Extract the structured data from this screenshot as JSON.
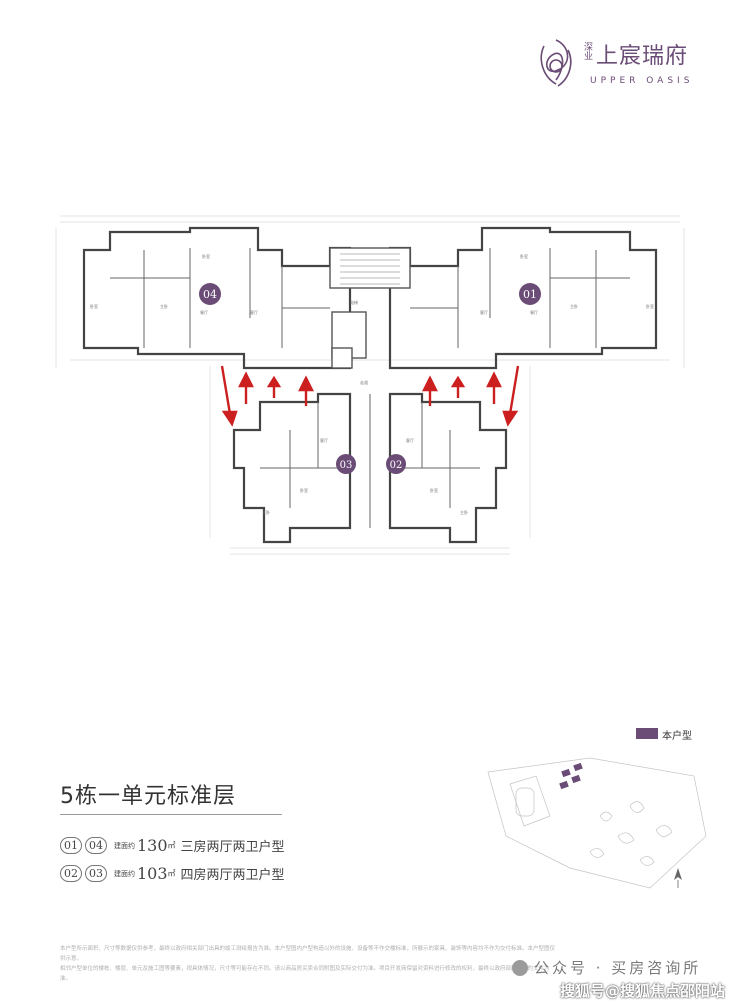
{
  "brand": {
    "title": "上宸瑞府",
    "sub": "深业",
    "english": "UPPER OASIS",
    "color": "#6a4c76"
  },
  "plan": {
    "unit_labels": [
      "04",
      "01",
      "03",
      "02"
    ],
    "room_labels": {
      "living": "客厅",
      "dining": "餐厅",
      "bedroom": "卧室",
      "master": "主卧",
      "kitchen": "厨房",
      "bath": "卫生间",
      "balcony": "阳台",
      "elevator": "电梯",
      "hall": "走道"
    },
    "arrow_color": "#cc1f1f",
    "highlight_color": "#6a4c76"
  },
  "legend": {
    "label": "本户型"
  },
  "floor": {
    "title": "5栋一单元标准层",
    "rows": [
      {
        "units": [
          "01",
          "04"
        ],
        "area_prefix": "建面约",
        "area": "130",
        "unit": "㎡",
        "desc": "三房两厅两卫户型"
      },
      {
        "units": [
          "02",
          "03"
        ],
        "area_prefix": "建面约",
        "area": "103",
        "unit": "㎡",
        "desc": "四房两厅两卫户型"
      }
    ]
  },
  "disclaimer": {
    "line1": "本户型所示面积、尺寸等数据仅供参考，最终以政府相关部门出具的竣工测绘报告为准。本户型图内户型构造以外的设施、设备等不作交楼标准，所展示的家具、装饰等内容均不作为交付标准。本户型图仅供示意。",
    "line2": "相邻户型单位的楼栋、楼层、单元及施工图等要素，视具体情况，尺寸等可能存在不同。请以商品房买卖合同附图及实际交付为准。项目开发商保留对资料进行修改的权利，最终以政府部门批准的文件为准。"
  },
  "watermark": {
    "account": "公众号 · 买房咨询所",
    "site": "搜狐号@搜狐焦点邵阳站"
  }
}
